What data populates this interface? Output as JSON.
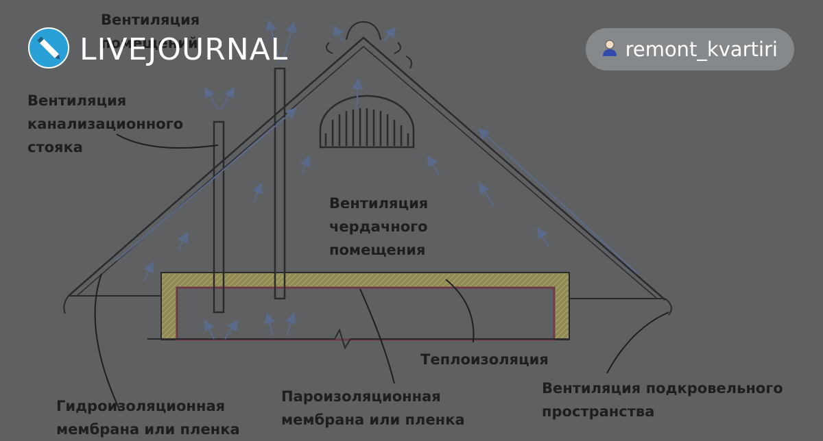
{
  "header": {
    "logo_text": "LIVEJOURNAL",
    "username": "remont_kvartiri",
    "logo_icon": "pencil-circle-icon",
    "user_icon": "user-icon"
  },
  "diagram": {
    "labels": {
      "vent_attic_top": "Вентиляция\nпомещений",
      "vent_sewer": "Вентиляция\nканализационного\nстояка",
      "vent_attic_room": "Вентиляция\nчердачного\nпомещения",
      "insulation": "Теплоизоляция",
      "waterproof": "Гидроизоляционная\nмембрана или пленка",
      "vapor": "Пароизоляционная\nмембрана или пленка",
      "vent_underroof": "Вентиляция подкровельного\nпространства"
    }
  },
  "colors": {
    "overlay_bg": "#5f6062",
    "line": "#2a2a2e",
    "insulation_fill": "#8f8a55",
    "vapor_line": "#6e3a48",
    "arrow": "#5a6a8a"
  }
}
